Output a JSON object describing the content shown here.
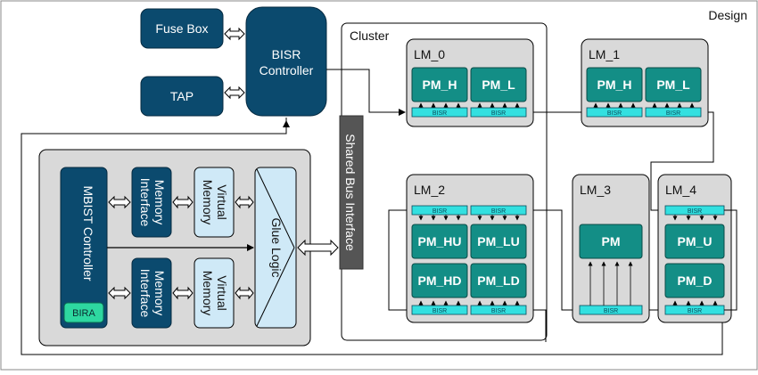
{
  "design": {
    "label": "Design"
  },
  "fuse_box": {
    "label": "Fuse Box"
  },
  "tap": {
    "label": "TAP"
  },
  "bisr_controller": {
    "line1": "BISR",
    "line2": "Controller"
  },
  "cluster": {
    "label": "Cluster"
  },
  "shared_bus": {
    "label": "Shared Bus Interface"
  },
  "mbist": {
    "controller_label": "MBIST Controller",
    "bira_label": "BIRA",
    "memory_interface": {
      "line1": "Memory",
      "line2": "Interface"
    },
    "virtual_memory": {
      "line1": "Virtual",
      "line2": "Memory"
    },
    "glue_logic": "Glue Logic"
  },
  "bisr_label": "BISR",
  "lm0": {
    "label": "LM_0",
    "pm_left": "PM_H",
    "pm_right": "PM_L"
  },
  "lm1": {
    "label": "LM_1",
    "pm_left": "PM_H",
    "pm_right": "PM_L"
  },
  "lm2": {
    "label": "LM_2",
    "pm_top_left": "PM_HU",
    "pm_top_right": "PM_LU",
    "pm_bottom_left": "PM_HD",
    "pm_bottom_right": "PM_LD"
  },
  "lm3": {
    "label": "LM_3",
    "pm": "PM"
  },
  "lm4": {
    "label": "LM_4",
    "pm_top": "PM_U",
    "pm_bottom": "PM_D"
  },
  "colors": {
    "dark_blue": "#0b4a6e",
    "teal": "#138e86",
    "cyan_bisr": "#33e0e0",
    "light_blue": "#cfe9f7",
    "grey_panel": "#d9d9d9",
    "bira_green": "#2ed8a0"
  }
}
